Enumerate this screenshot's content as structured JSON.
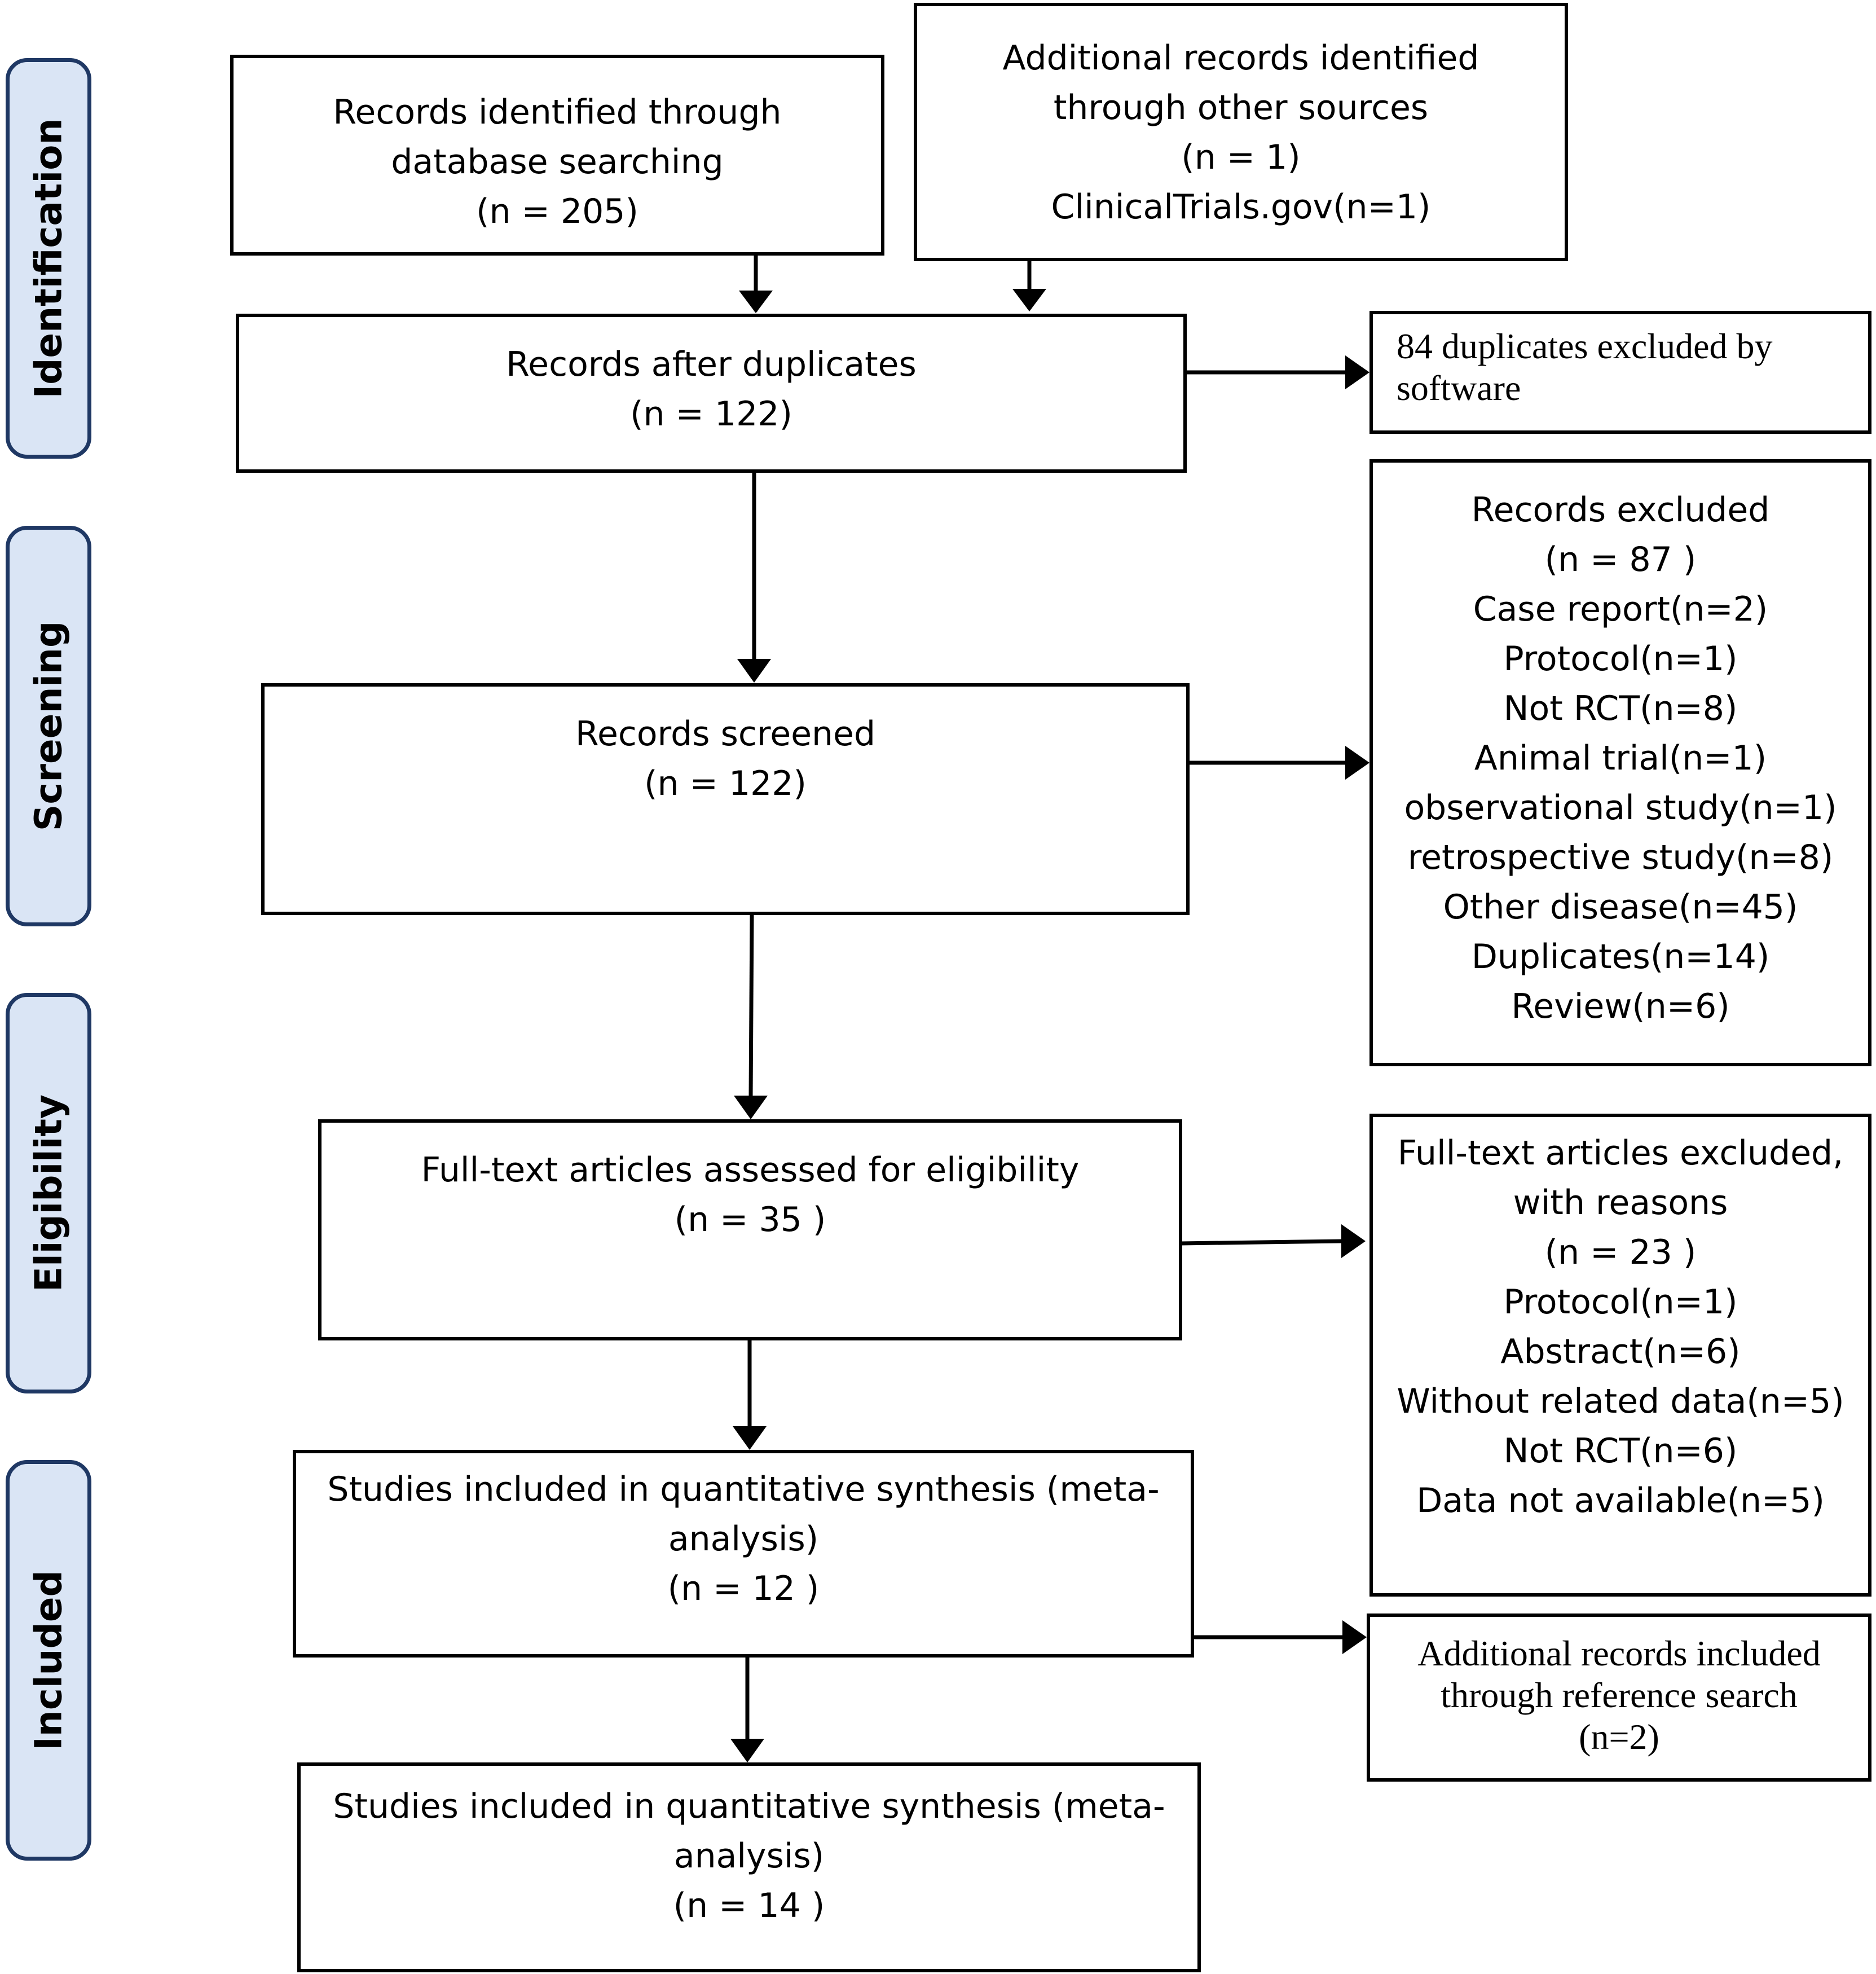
{
  "phases": [
    "Identification",
    "Screening",
    "Eligibility",
    "Included"
  ],
  "boxes": {
    "database": [
      "Records identified through",
      "database searching",
      "(n =  205)"
    ],
    "other_sources": [
      "Additional records identified",
      "through other sources",
      "(n =  1)",
      "ClinicalTrials.gov(n=1)"
    ],
    "after_duplicates": [
      "Records after duplicates",
      "(n =   122)"
    ],
    "duplicates_excluded": [
      "84 duplicates excluded by",
      "software"
    ],
    "screened": [
      "Records screened",
      "(n =  122)"
    ],
    "records_excluded": [
      "Records excluded",
      "(n =  87 )",
      "Case report(n=2)",
      "Protocol(n=1)",
      "Not RCT(n=8)",
      "Animal  trial(n=1)",
      "observational study(n=1)",
      "retrospective study(n=8)",
      "Other disease(n=45)",
      "Duplicates(n=14)",
      "Review(n=6)"
    ],
    "full_text": [
      "Full-text articles assessed for eligibility",
      "(n = 35  )"
    ],
    "full_text_excluded": [
      "Full-text articles excluded,",
      "with reasons",
      "(n = 23 )",
      "Protocol(n=1)",
      "Abstract(n=6)",
      "Without related data(n=5)",
      "Not RCT(n=6)",
      "Data not available(n=5)"
    ],
    "included_12": [
      "Studies included in quantitative synthesis (meta-",
      "analysis)",
      "(n = 12  )"
    ],
    "reference_search": [
      "Additional records included",
      "through reference search",
      "(n=2)"
    ],
    "included_14": [
      "Studies included in quantitative synthesis (meta-",
      "analysis)",
      "(n = 14  )"
    ]
  }
}
